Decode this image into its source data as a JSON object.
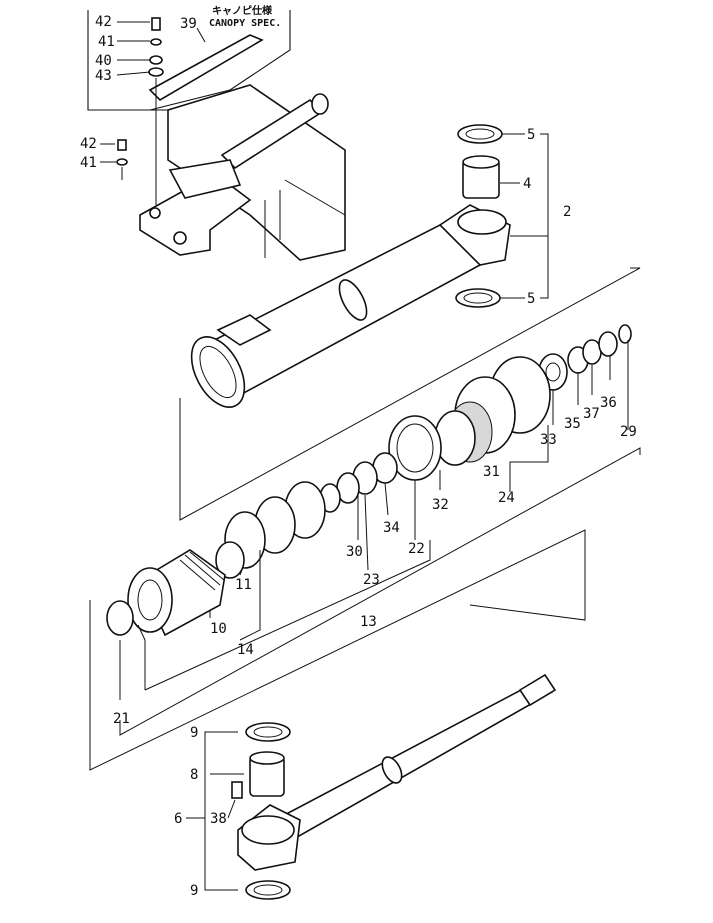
{
  "diagram": {
    "title": "キャノピ仕様 CANOPY SPEC.",
    "note_jp": "キャノピ仕様",
    "note_en": "CANOPY SPEC.",
    "callouts": [
      {
        "id": "c42a",
        "text": "42"
      },
      {
        "id": "c41a",
        "text": "41"
      },
      {
        "id": "c39",
        "text": "39"
      },
      {
        "id": "c40",
        "text": "40"
      },
      {
        "id": "c43",
        "text": "43"
      },
      {
        "id": "c42b",
        "text": "42"
      },
      {
        "id": "c41b",
        "text": "41"
      },
      {
        "id": "c5a",
        "text": "5"
      },
      {
        "id": "c4",
        "text": "4"
      },
      {
        "id": "c2",
        "text": "2"
      },
      {
        "id": "c5b",
        "text": "5"
      },
      {
        "id": "c33",
        "text": "33"
      },
      {
        "id": "c35",
        "text": "35"
      },
      {
        "id": "c37",
        "text": "37"
      },
      {
        "id": "c36",
        "text": "36"
      },
      {
        "id": "c29",
        "text": "29"
      },
      {
        "id": "c31",
        "text": "31"
      },
      {
        "id": "c32",
        "text": "32"
      },
      {
        "id": "c24",
        "text": "24"
      },
      {
        "id": "c34",
        "text": "34"
      },
      {
        "id": "c22",
        "text": "22"
      },
      {
        "id": "c30",
        "text": "30"
      },
      {
        "id": "c23",
        "text": "23"
      },
      {
        "id": "c13",
        "text": "13"
      },
      {
        "id": "c11",
        "text": "11"
      },
      {
        "id": "c10",
        "text": "10"
      },
      {
        "id": "c14",
        "text": "14"
      },
      {
        "id": "c21",
        "text": "21"
      },
      {
        "id": "c9a",
        "text": "9"
      },
      {
        "id": "c8",
        "text": "8"
      },
      {
        "id": "c6",
        "text": "6"
      },
      {
        "id": "c38",
        "text": "38"
      },
      {
        "id": "c9b",
        "text": "9"
      }
    ]
  }
}
